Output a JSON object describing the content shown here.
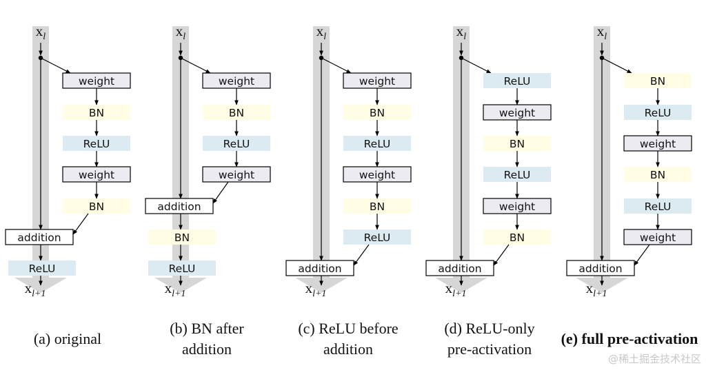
{
  "panels": [
    {
      "input_label": "x_l",
      "output_label": "x_{l+1}",
      "residual_blocks": [
        {
          "label": "weight",
          "kind": "weight"
        },
        {
          "label": "BN",
          "kind": "bn"
        },
        {
          "label": "ReLU",
          "kind": "relu"
        },
        {
          "label": "weight",
          "kind": "weight"
        },
        {
          "label": "BN",
          "kind": "bn"
        }
      ],
      "addition_label": "addition",
      "post_blocks": [
        {
          "label": "ReLU",
          "kind": "relu"
        }
      ],
      "caption_lines": [
        "(a) original"
      ],
      "caption_bold": false
    },
    {
      "input_label": "x_l",
      "output_label": "x_{l+1}",
      "residual_blocks": [
        {
          "label": "weight",
          "kind": "weight"
        },
        {
          "label": "BN",
          "kind": "bn"
        },
        {
          "label": "ReLU",
          "kind": "relu"
        },
        {
          "label": "weight",
          "kind": "weight"
        }
      ],
      "addition_label": "addition",
      "post_blocks": [
        {
          "label": "BN",
          "kind": "bn"
        },
        {
          "label": "ReLU",
          "kind": "relu"
        }
      ],
      "caption_lines": [
        "(b) BN after",
        "addition"
      ],
      "caption_bold": false
    },
    {
      "input_label": "x_l",
      "output_label": "x_{l+1}",
      "residual_blocks": [
        {
          "label": "weight",
          "kind": "weight"
        },
        {
          "label": "BN",
          "kind": "bn"
        },
        {
          "label": "ReLU",
          "kind": "relu"
        },
        {
          "label": "weight",
          "kind": "weight"
        },
        {
          "label": "BN",
          "kind": "bn"
        },
        {
          "label": "ReLU",
          "kind": "relu"
        }
      ],
      "addition_label": "addition",
      "post_blocks": [],
      "caption_lines": [
        "(c) ReLU before",
        "addition"
      ],
      "caption_bold": false
    },
    {
      "input_label": "x_l",
      "output_label": "x_{l+1}",
      "residual_blocks": [
        {
          "label": "ReLU",
          "kind": "relu"
        },
        {
          "label": "weight",
          "kind": "weight"
        },
        {
          "label": "BN",
          "kind": "bn"
        },
        {
          "label": "ReLU",
          "kind": "relu"
        },
        {
          "label": "weight",
          "kind": "weight"
        },
        {
          "label": "BN",
          "kind": "bn"
        }
      ],
      "addition_label": "addition",
      "post_blocks": [],
      "caption_lines": [
        "(d) ReLU-only",
        "pre-activation"
      ],
      "caption_bold": false
    },
    {
      "input_label": "x_l",
      "output_label": "x_{l+1}",
      "residual_blocks": [
        {
          "label": "BN",
          "kind": "bn"
        },
        {
          "label": "ReLU",
          "kind": "relu"
        },
        {
          "label": "weight",
          "kind": "weight"
        },
        {
          "label": "BN",
          "kind": "bn"
        },
        {
          "label": "ReLU",
          "kind": "relu"
        },
        {
          "label": "weight",
          "kind": "weight"
        }
      ],
      "addition_label": "addition",
      "post_blocks": [],
      "caption_lines": [
        "(e) full pre-activation"
      ],
      "caption_bold": true
    }
  ],
  "colors": {
    "weight_fill": "#ecebf2",
    "bn_fill": "#fffde4",
    "relu_fill": "#dcebf2",
    "identity_band": "#d6d6d6",
    "line": "#000000"
  },
  "watermark": "@稀土掘金技术社区"
}
